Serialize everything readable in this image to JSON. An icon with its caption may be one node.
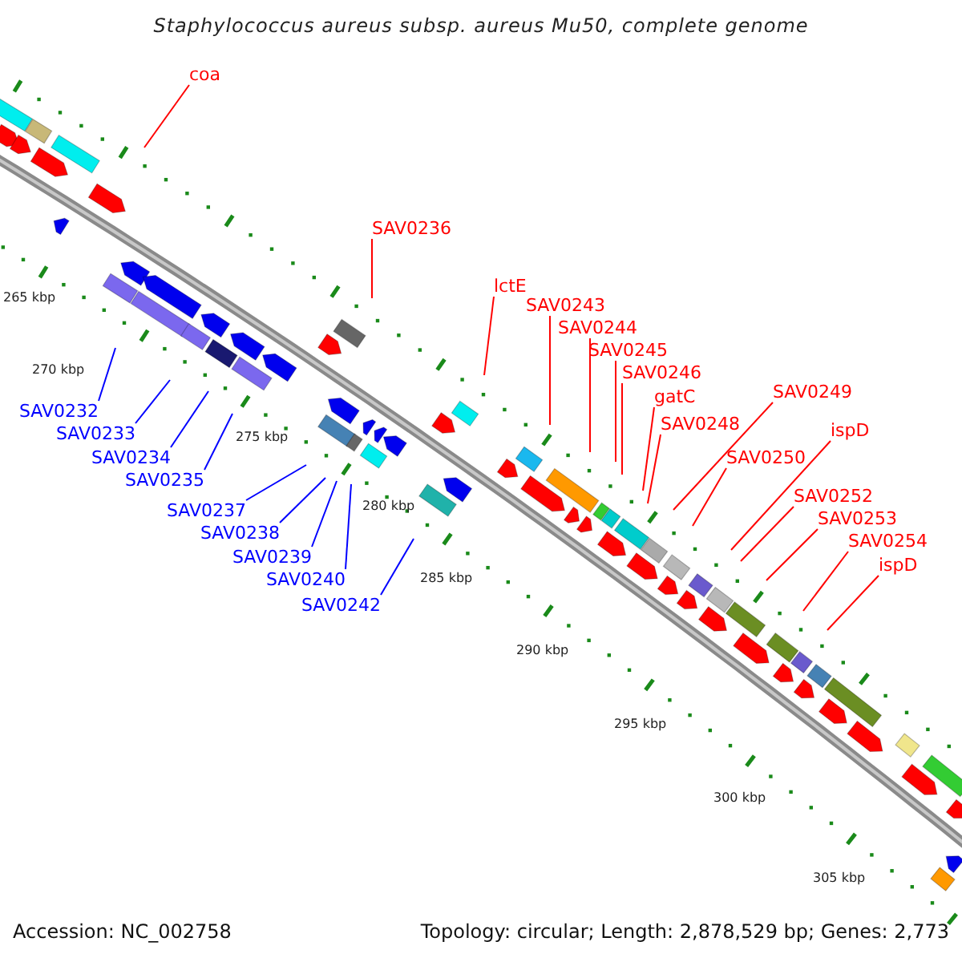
{
  "diagram": {
    "title": "Staphylococcus aureus subsp. aureus Mu50, complete genome",
    "nodes": [
      {
        "text": [
          "coa"
        ]
      },
      {
        "text": [
          "SAV0236"
        ]
      },
      {
        "text": [
          "lctE"
        ]
      },
      {
        "text": [
          "SAV0243"
        ]
      },
      {
        "text": [
          "SAV0244"
        ]
      },
      {
        "text": [
          "SAV0245"
        ]
      },
      {
        "text": [
          "SAV0246"
        ]
      },
      {
        "text": [
          "gatC"
        ]
      },
      {
        "text": [
          "SAV0248"
        ]
      },
      {
        "text": [
          "SAV0249"
        ]
      },
      {
        "text": [
          "ispD"
        ]
      },
      {
        "text": [
          "SAV0250"
        ]
      },
      {
        "text": [
          "SAV0252"
        ]
      },
      {
        "text": [
          "SAV0253"
        ]
      },
      {
        "text": [
          "SAV0254"
        ]
      },
      {
        "text": [
          "ispD"
        ]
      },
      {
        "text": [
          "SAV0232"
        ]
      },
      {
        "text": [
          "SAV0233"
        ]
      },
      {
        "text": [
          "SAV0234"
        ]
      },
      {
        "text": [
          "SAV0235"
        ]
      },
      {
        "text": [
          "SAV0237"
        ]
      },
      {
        "text": [
          "SAV0238"
        ]
      },
      {
        "text": [
          "SAV0239"
        ]
      },
      {
        "text": [
          "SAV0240"
        ]
      },
      {
        "text": [
          "SAV0242"
        ]
      }
    ],
    "edges": [
      {
        "from": 0,
        "to": null,
        "arrow": "none"
      },
      {
        "from": 1,
        "to": null,
        "arrow": "none"
      },
      {
        "from": 2,
        "to": null,
        "arrow": "none"
      },
      {
        "from": 3,
        "to": null,
        "arrow": "none"
      },
      {
        "from": 4,
        "to": null,
        "arrow": "none"
      },
      {
        "from": 5,
        "to": null,
        "arrow": "none"
      },
      {
        "from": 6,
        "to": null,
        "arrow": "none"
      },
      {
        "from": 7,
        "to": null,
        "arrow": "none"
      },
      {
        "from": 8,
        "to": null,
        "arrow": "none"
      },
      {
        "from": 9,
        "to": null,
        "arrow": "none"
      },
      {
        "from": 10,
        "to": null,
        "arrow": "none"
      },
      {
        "from": 11,
        "to": null,
        "arrow": "none"
      },
      {
        "from": 12,
        "to": null,
        "arrow": "none"
      },
      {
        "from": 13,
        "to": null,
        "arrow": "none"
      },
      {
        "from": 14,
        "to": null,
        "arrow": "none"
      },
      {
        "from": 15,
        "to": null,
        "arrow": "none"
      },
      {
        "from": 16,
        "to": null,
        "arrow": "none",
        "color": "#0000ff"
      },
      {
        "from": 17,
        "to": null,
        "arrow": "none",
        "color": "#0000ff"
      },
      {
        "from": 18,
        "to": null,
        "arrow": "none",
        "color": "#0000ff"
      },
      {
        "from": 19,
        "to": null,
        "arrow": "none",
        "color": "#0000ff"
      },
      {
        "from": 20,
        "to": null,
        "arrow": "none",
        "color": "#0000ff"
      },
      {
        "from": 21,
        "to": null,
        "arrow": "none",
        "color": "#0000ff"
      },
      {
        "from": 22,
        "to": null,
        "arrow": "none",
        "color": "#0000ff"
      },
      {
        "from": 23,
        "to": null,
        "arrow": "none",
        "color": "#0000ff"
      },
      {
        "from": 24,
        "to": null,
        "arrow": "none",
        "color": "#0000ff"
      }
    ],
    "labels": [
      "265 kbp",
      "270 kbp",
      "275 kbp",
      "280 kbp",
      "285 kbp",
      "290 kbp",
      "295 kbp",
      "300 kbp",
      "305 kbp",
      "Accession: NC_002758",
      "Topology: circular; Length: 2,878,529 bp; Genes: 2,773"
    ]
  }
}
